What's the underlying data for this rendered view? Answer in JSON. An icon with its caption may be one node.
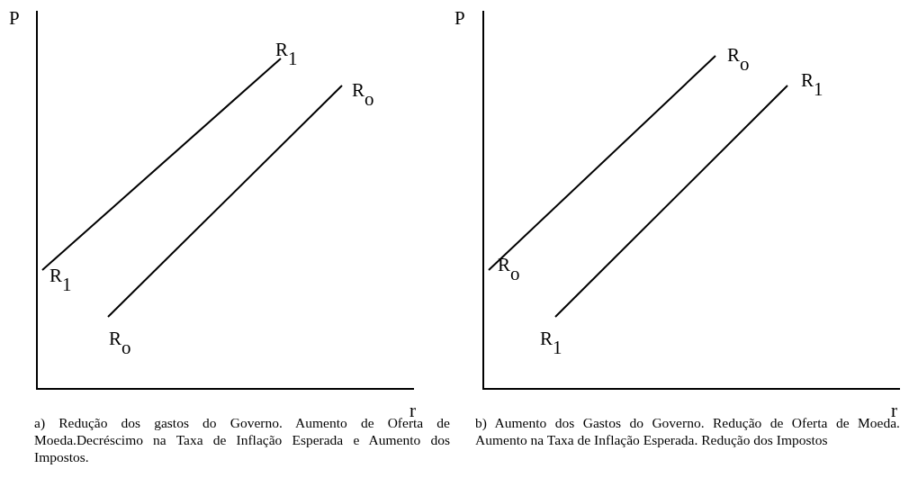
{
  "diagram": {
    "labels": [
      "P",
      "R$_{1}$",
      "R$_{o}$",
      "R$_{1}$",
      "R$_{o}$",
      "r",
      "a) Redução dos gastos do Governo. Aumento de Oferta de Moeda.Decréscimo na Taxa de Inflação Esperada e Aumento dos Impostos.",
      "P",
      "R$_{o}$",
      "R$_{1}$",
      "R$_{o}$",
      "R$_{1}$",
      "r",
      "b) Aumento dos Gastos do Governo. Redução de Oferta de Moeda. Aumento na Taxa de Inflação Esperada. Redução dos Impostos"
    ]
  }
}
